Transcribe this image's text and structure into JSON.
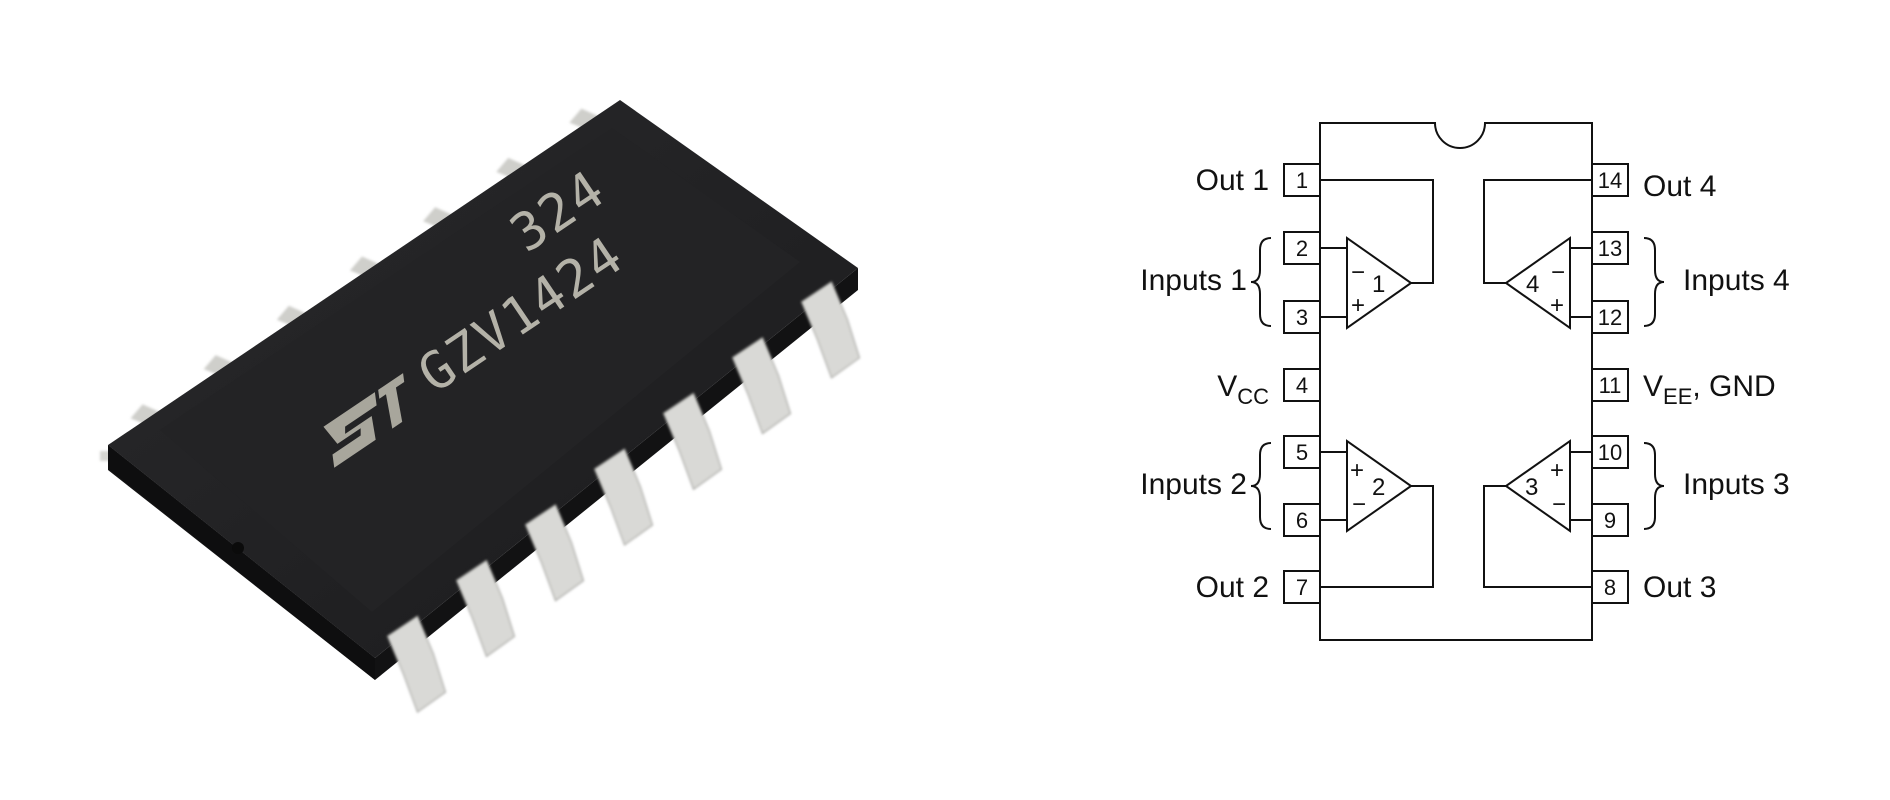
{
  "chip_photo": {
    "marking_line1": "324",
    "marking_line2": "GZV1424",
    "logo_icon": "st-logo-icon",
    "body_color": "#1f1f21",
    "lead_color": "#d9d9d6",
    "marking_color": "#b4b2a8"
  },
  "pinout": {
    "pins": [
      {
        "num": "1",
        "label": "Out 1"
      },
      {
        "num": "2",
        "label": ""
      },
      {
        "num": "3",
        "label": ""
      },
      {
        "num": "4",
        "label": "V",
        "sub": "CC"
      },
      {
        "num": "5",
        "label": ""
      },
      {
        "num": "6",
        "label": ""
      },
      {
        "num": "7",
        "label": "Out 2"
      },
      {
        "num": "8",
        "label": "Out 3"
      },
      {
        "num": "9",
        "label": ""
      },
      {
        "num": "10",
        "label": ""
      },
      {
        "num": "11",
        "label": "V",
        "sub": "EE",
        "suffix": ", GND"
      },
      {
        "num": "12",
        "label": ""
      },
      {
        "num": "13",
        "label": ""
      },
      {
        "num": "14",
        "label": "Out 4"
      }
    ],
    "input_groups": [
      {
        "label": "Inputs 1"
      },
      {
        "label": "Inputs 2"
      },
      {
        "label": "Inputs 4"
      },
      {
        "label": "Inputs 3"
      }
    ],
    "amplifiers": [
      {
        "id": "1",
        "top_sign": "−",
        "bottom_sign": "+"
      },
      {
        "id": "2",
        "top_sign": "+",
        "bottom_sign": "−"
      },
      {
        "id": "3",
        "top_sign": "+",
        "bottom_sign": "−"
      },
      {
        "id": "4",
        "top_sign": "−",
        "bottom_sign": "+"
      }
    ]
  }
}
